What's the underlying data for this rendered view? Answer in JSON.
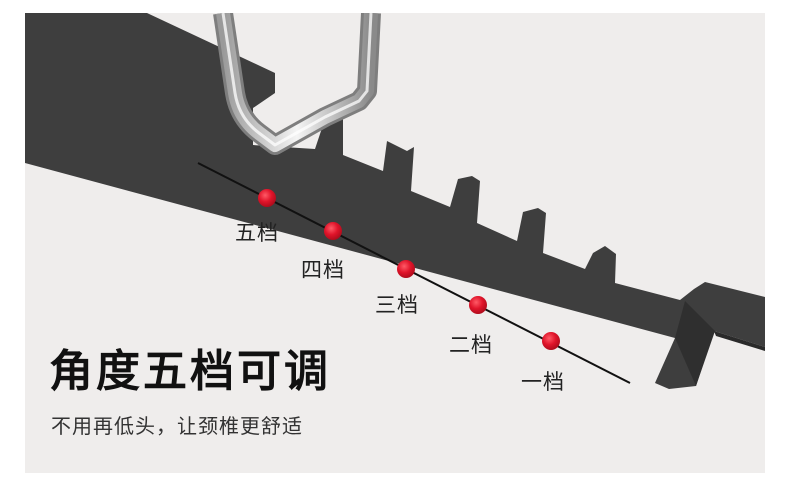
{
  "headline": "角度五档可调",
  "subline": "不用再低头，让颈椎更舒适",
  "gears": [
    {
      "label": "五档"
    },
    {
      "label": "四档"
    },
    {
      "label": "三档"
    },
    {
      "label": "二档"
    },
    {
      "label": "一档"
    }
  ],
  "colors": {
    "background": "#efedec",
    "rack": "#3e3e3e",
    "marker": "#e0142a",
    "text": "#111111"
  }
}
